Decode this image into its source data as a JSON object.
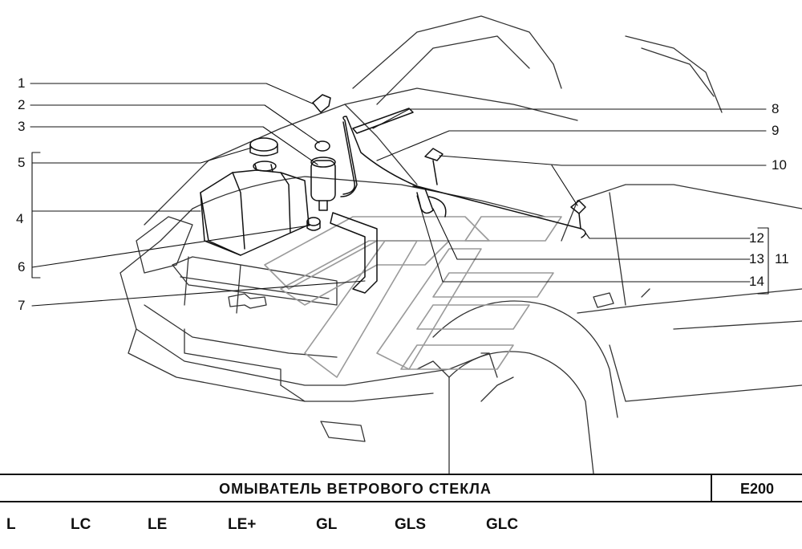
{
  "callouts": {
    "c1": "1",
    "c2": "2",
    "c3": "3",
    "c4": "4",
    "c5": "5",
    "c6": "6",
    "c7": "7",
    "c8": "8",
    "c9": "9",
    "c10": "10",
    "c11": "11",
    "c12": "12",
    "c13": "13",
    "c14": "14"
  },
  "title_block": {
    "title": "ОМЫВАТЕЛЬ  ВЕТРОВОГО  СТЕКЛА",
    "code": "E200"
  },
  "trim_levels": [
    "L",
    "LC",
    "LE",
    "LE+",
    "GL",
    "GLS",
    "GLC"
  ]
}
